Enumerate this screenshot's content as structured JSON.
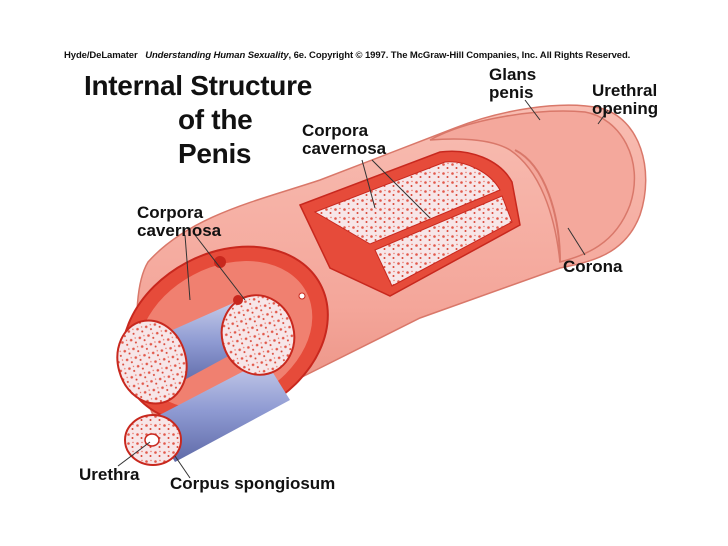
{
  "credit": {
    "authors": "Hyde/DeLamater",
    "book": "Understanding Human Sexuality",
    "rest": ", 6e.  Copyright © 1997. The McGraw-Hill Companies, Inc. All Rights Reserved."
  },
  "title": {
    "line1": "Internal Structure",
    "line2": "of the",
    "line3": "Penis"
  },
  "labels": {
    "glans_penis_1": "Glans",
    "glans_penis_2": "penis",
    "urethral_opening_1": "Urethral",
    "urethral_opening_2": "opening",
    "corpora_cavernosa_top_1": "Corpora",
    "corpora_cavernosa_top_2": "cavernosa",
    "corpora_cavernosa_left_1": "Corpora",
    "corpora_cavernosa_left_2": "cavernosa",
    "corona": "Corona",
    "urethra": "Urethra",
    "corpus_spongiosum": "Corpus spongiosum"
  },
  "colors": {
    "skin": "#f4a69a",
    "skin_dark": "#e88a7c",
    "tissue_red": "#e64b3a",
    "tissue_dark_red": "#c8281e",
    "spongy_fill": "#f7e6e8",
    "inner_blue": "#9aa6d8",
    "inner_blue_dark": "#6c78b8"
  }
}
